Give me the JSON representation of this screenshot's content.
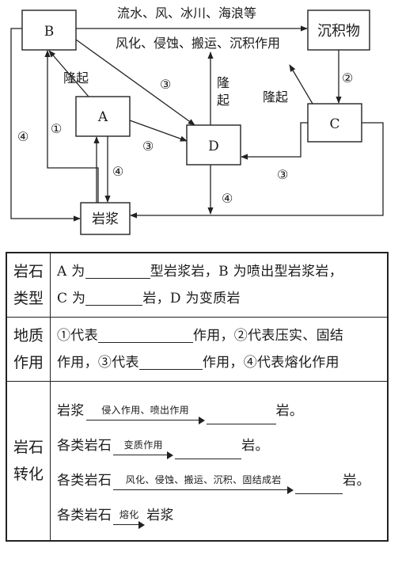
{
  "diagram": {
    "nodes": {
      "B": "B",
      "A": "A",
      "D": "D",
      "C": "C",
      "sediment": "沉积物",
      "magma": "岩浆"
    },
    "labels": {
      "top": "流水、风、冰川、海浪等",
      "processes": "风化、侵蚀、搬运、沉积作用",
      "uplift_left": "隆起",
      "uplift_mid": "隆起",
      "uplift_right": "隆起"
    },
    "marks": {
      "one": "①",
      "two": "②",
      "three": "③",
      "four": "④"
    }
  },
  "table": {
    "rows": [
      {
        "header": [
          "岩石",
          "类型"
        ],
        "line1": [
          "A 为",
          "型岩浆岩，B 为喷出型岩浆岩，"
        ],
        "line2": [
          "C 为",
          "岩，D 为变质岩"
        ]
      },
      {
        "header": [
          "地质",
          "作用"
        ],
        "line1": [
          "①代表",
          "作用，②代表压实、固结"
        ],
        "line2": [
          "作用，③代表",
          "作用，④代表熔化作用"
        ]
      },
      {
        "header": [
          "岩石",
          "转化"
        ],
        "conversions": [
          {
            "from": "岩浆",
            "arrow": "侵入作用、喷出作用",
            "suffix": "岩。"
          },
          {
            "from": "各类岩石",
            "arrow": "变质作用",
            "suffix": "岩。"
          },
          {
            "from": "各类岩石",
            "arrow": "风化、侵蚀、搬运、沉积、固结成岩",
            "suffix": "岩。"
          },
          {
            "from": "各类岩石",
            "arrow": "熔化",
            "suffix": "岩浆"
          }
        ]
      }
    ]
  }
}
